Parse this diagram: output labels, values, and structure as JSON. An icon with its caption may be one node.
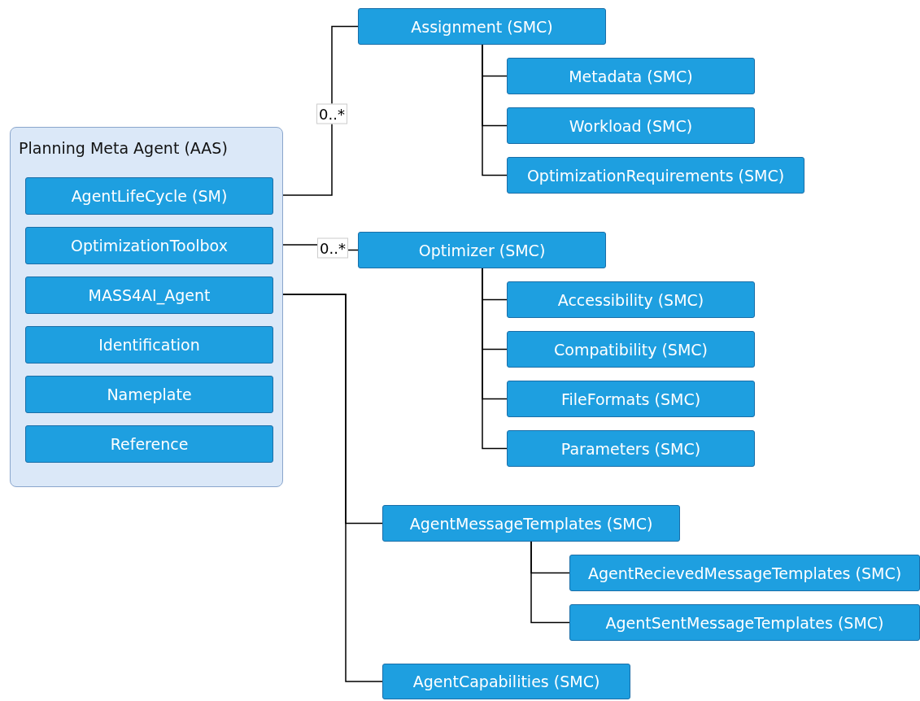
{
  "diagram": {
    "nodes": [
      {
        "text": [
          "Planning Meta Agent (AAS)"
        ]
      },
      {
        "text": [
          "AgentLifeCycle (SM)"
        ],
        "in": 0
      },
      {
        "text": [
          "OptimizationToolbox"
        ],
        "in": 0
      },
      {
        "text": [
          "MASS4AI_Agent"
        ],
        "in": 0
      },
      {
        "text": [
          "Identification"
        ],
        "in": 0
      },
      {
        "text": [
          "Nameplate"
        ],
        "in": 0
      },
      {
        "text": [
          "Reference"
        ],
        "in": 0
      },
      {
        "text": [
          "Assignment (SMC)"
        ]
      },
      {
        "text": [
          "Metadata (SMC)"
        ]
      },
      {
        "text": [
          "Workload (SMC)"
        ]
      },
      {
        "text": [
          "OptimizationRequirements (SMC)"
        ]
      },
      {
        "text": [
          "Optimizer (SMC)"
        ]
      },
      {
        "text": [
          "Accessibility (SMC)"
        ]
      },
      {
        "text": [
          "Compatibility (SMC)"
        ]
      },
      {
        "text": [
          "FileFormats (SMC)"
        ]
      },
      {
        "text": [
          "Parameters (SMC)"
        ]
      },
      {
        "text": [
          "AgentMessageTemplates (SMC)"
        ]
      },
      {
        "text": [
          "AgentRecievedMessageTemplates (SMC)"
        ]
      },
      {
        "text": [
          "AgentSentMessageTemplates (SMC)"
        ]
      },
      {
        "text": [
          "AgentCapabilities (SMC)"
        ]
      }
    ],
    "edges": [
      {
        "from": 1,
        "to": 7,
        "arrow": "none",
        "label": "0..*"
      },
      {
        "from": 7,
        "to": 8,
        "arrow": "none"
      },
      {
        "from": 7,
        "to": 9,
        "arrow": "none"
      },
      {
        "from": 7,
        "to": 10,
        "arrow": "none"
      },
      {
        "from": 2,
        "to": 11,
        "arrow": "none",
        "label": "0..*"
      },
      {
        "from": 11,
        "to": 12,
        "arrow": "none"
      },
      {
        "from": 11,
        "to": 13,
        "arrow": "none"
      },
      {
        "from": 11,
        "to": 14,
        "arrow": "none"
      },
      {
        "from": 11,
        "to": 15,
        "arrow": "none"
      },
      {
        "from": 3,
        "to": 16,
        "arrow": "none"
      },
      {
        "from": 16,
        "to": 17,
        "arrow": "none"
      },
      {
        "from": 16,
        "to": 18,
        "arrow": "none"
      },
      {
        "from": 3,
        "to": 19,
        "arrow": "none"
      }
    ]
  }
}
